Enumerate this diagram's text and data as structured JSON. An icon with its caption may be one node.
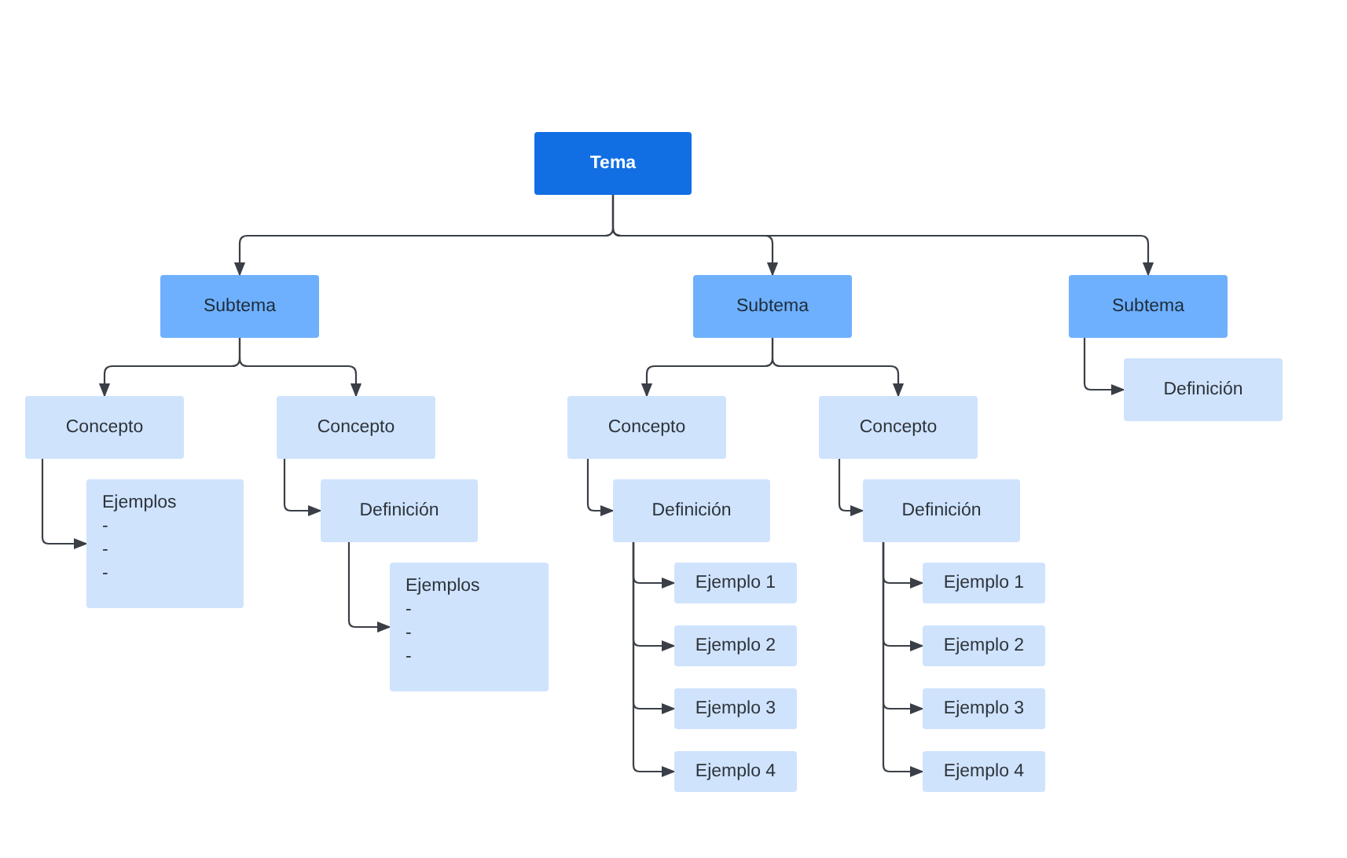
{
  "diagram": {
    "nodes": [
      {
        "text": [
          "Tema"
        ]
      },
      {
        "text": [
          "Subtema"
        ]
      },
      {
        "text": [
          "Subtema"
        ]
      },
      {
        "text": [
          "Subtema"
        ]
      },
      {
        "text": [
          "Concepto"
        ]
      },
      {
        "text": [
          "Concepto"
        ]
      },
      {
        "text": [
          "Concepto"
        ]
      },
      {
        "text": [
          "Concepto"
        ]
      },
      {
        "text": [
          "Definición"
        ]
      },
      {
        "text": [
          "Ejemplos",
          "-",
          "-",
          "-"
        ]
      },
      {
        "text": [
          "Definición"
        ]
      },
      {
        "text": [
          "Ejemplos",
          "-",
          "-",
          "-"
        ]
      },
      {
        "text": [
          "Definición"
        ]
      },
      {
        "text": [
          "Definición"
        ]
      },
      {
        "text": [
          "Ejemplo 1"
        ]
      },
      {
        "text": [
          "Ejemplo 2"
        ]
      },
      {
        "text": [
          "Ejemplo 3"
        ]
      },
      {
        "text": [
          "Ejemplo 4"
        ]
      },
      {
        "text": [
          "Ejemplo 1"
        ]
      },
      {
        "text": [
          "Ejemplo 2"
        ]
      },
      {
        "text": [
          "Ejemplo 3"
        ]
      },
      {
        "text": [
          "Ejemplo 4"
        ]
      }
    ],
    "edges": [
      {
        "from": 0,
        "to": 1,
        "arrow": "to"
      },
      {
        "from": 0,
        "to": 2,
        "arrow": "to"
      },
      {
        "from": 0,
        "to": 3,
        "arrow": "to"
      },
      {
        "from": 1,
        "to": 4,
        "arrow": "to"
      },
      {
        "from": 1,
        "to": 5,
        "arrow": "to"
      },
      {
        "from": 2,
        "to": 6,
        "arrow": "to"
      },
      {
        "from": 2,
        "to": 7,
        "arrow": "to"
      },
      {
        "from": 3,
        "to": 8,
        "arrow": "to"
      },
      {
        "from": 4,
        "to": 9,
        "arrow": "to"
      },
      {
        "from": 5,
        "to": 10,
        "arrow": "to"
      },
      {
        "from": 10,
        "to": 11,
        "arrow": "to"
      },
      {
        "from": 6,
        "to": 12,
        "arrow": "to"
      },
      {
        "from": 7,
        "to": 13,
        "arrow": "to"
      },
      {
        "from": 12,
        "to": 14,
        "arrow": "to"
      },
      {
        "from": 12,
        "to": 15,
        "arrow": "to"
      },
      {
        "from": 12,
        "to": 16,
        "arrow": "to"
      },
      {
        "from": 12,
        "to": 17,
        "arrow": "to"
      },
      {
        "from": 13,
        "to": 18,
        "arrow": "to"
      },
      {
        "from": 13,
        "to": 19,
        "arrow": "to"
      },
      {
        "from": 13,
        "to": 20,
        "arrow": "to"
      },
      {
        "from": 13,
        "to": 21,
        "arrow": "to"
      }
    ]
  }
}
